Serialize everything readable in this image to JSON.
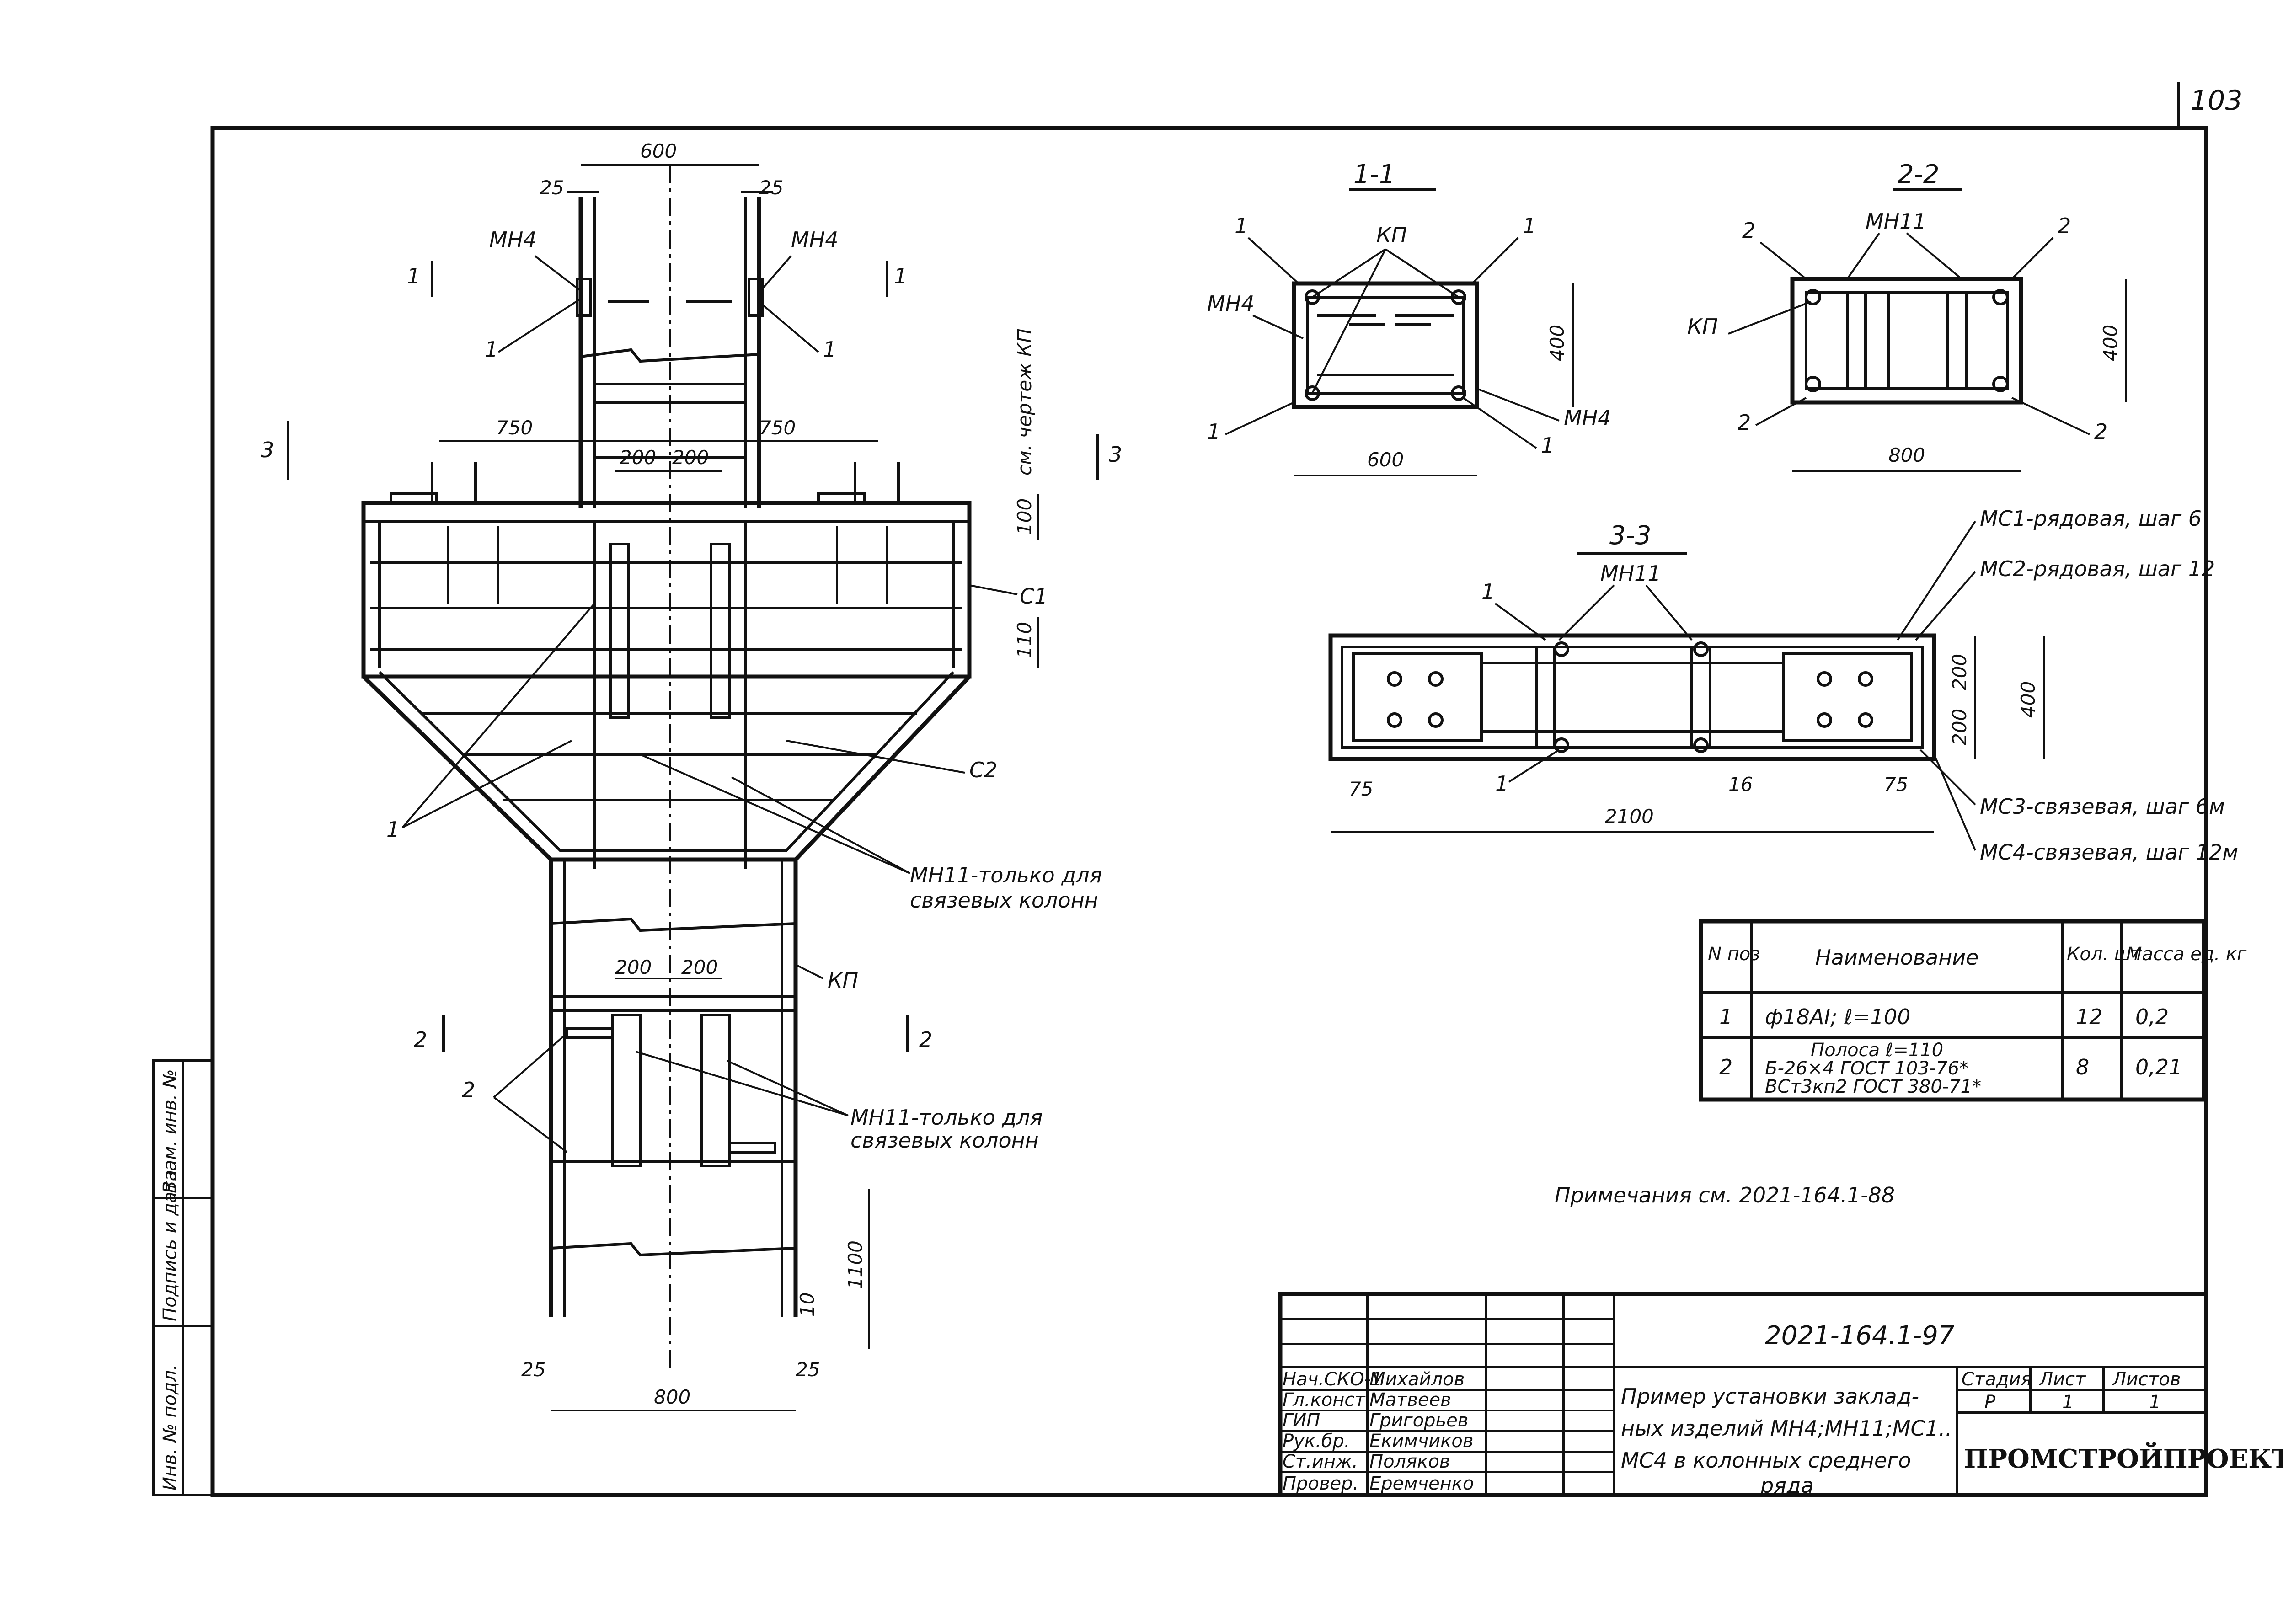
{
  "sheet_number": "103",
  "document_code": "2021-164.1-97",
  "title_lines": [
    "Пример установки заклад-",
    "ных изделий МН4;МН11;МС1..",
    "МС4 в колонных среднего",
    "ряда"
  ],
  "organization": "ПРОМСТРОЙПРОЕКТ",
  "stage_header": {
    "stage": "Стадия",
    "sheet": "Лист",
    "sheets": "Листов"
  },
  "stage_values": {
    "stage": "Р",
    "sheet": "1",
    "sheets": "1"
  },
  "signatures": [
    {
      "role": "Нач.СКО-1",
      "name": "Михайлов"
    },
    {
      "role": "Гл.конст",
      "name": "Матвеев"
    },
    {
      "role": "ГИП",
      "name": "Григорьев"
    },
    {
      "role": "Рук.бр.",
      "name": "Екимчиков"
    },
    {
      "role": "Ст.инж.",
      "name": "Поляков"
    },
    {
      "role": "Провер.",
      "name": "Еремченко"
    }
  ],
  "side_stamp": [
    "Инв. № подл.",
    "Подпись и дата",
    "Взам. инв. №"
  ],
  "spec_table": {
    "headers": {
      "pos": "N поз",
      "name": "Наименование",
      "qty": "Кол. шт.",
      "mass": "Масса ед. кг"
    },
    "rows": [
      {
        "pos": "1",
        "name": "ф18АI; ℓ=100",
        "qty": "12",
        "mass": "0,2"
      },
      {
        "pos": "2",
        "name": "Полоса ℓ=110",
        "name2": "Б-26×4 ГОСТ 103-76*",
        "name3": "ВСт3кп2 ГОСТ 380-71*",
        "qty": "8",
        "mass": "0,21"
      }
    ]
  },
  "notes": "Примечания см. 2021-164.1-88",
  "sections": {
    "s11": "1-1",
    "s22": "2-2",
    "s33": "3-3"
  },
  "labels": {
    "mn4": "МН4",
    "mn11": "МН11",
    "kp": "КП",
    "c1": "С1",
    "c2": "С2",
    "mn11_only_1": "МН11-только для",
    "mn11_only_2": "связевых колонн",
    "kp_drawing": "см. чертеж КП",
    "mc1": "МС1-рядовая, шаг 6",
    "mc2": "МС2-рядовая, шаг 12",
    "mc3": "МС3-связевая, шаг 6м",
    "mc4": "МС4-связевая, шаг 12м",
    "pos1": "1",
    "pos2": "2",
    "cut1": "1",
    "cut2": "2",
    "cut3": "3"
  },
  "dims": {
    "d600": "600",
    "d25": "25",
    "d750": "750",
    "d200": "200",
    "d100": "100",
    "d110": "110",
    "d1100": "1100",
    "d10": "10",
    "d800": "800",
    "d400": "400",
    "d2100": "2100",
    "d75": "75",
    "d16": "16"
  }
}
